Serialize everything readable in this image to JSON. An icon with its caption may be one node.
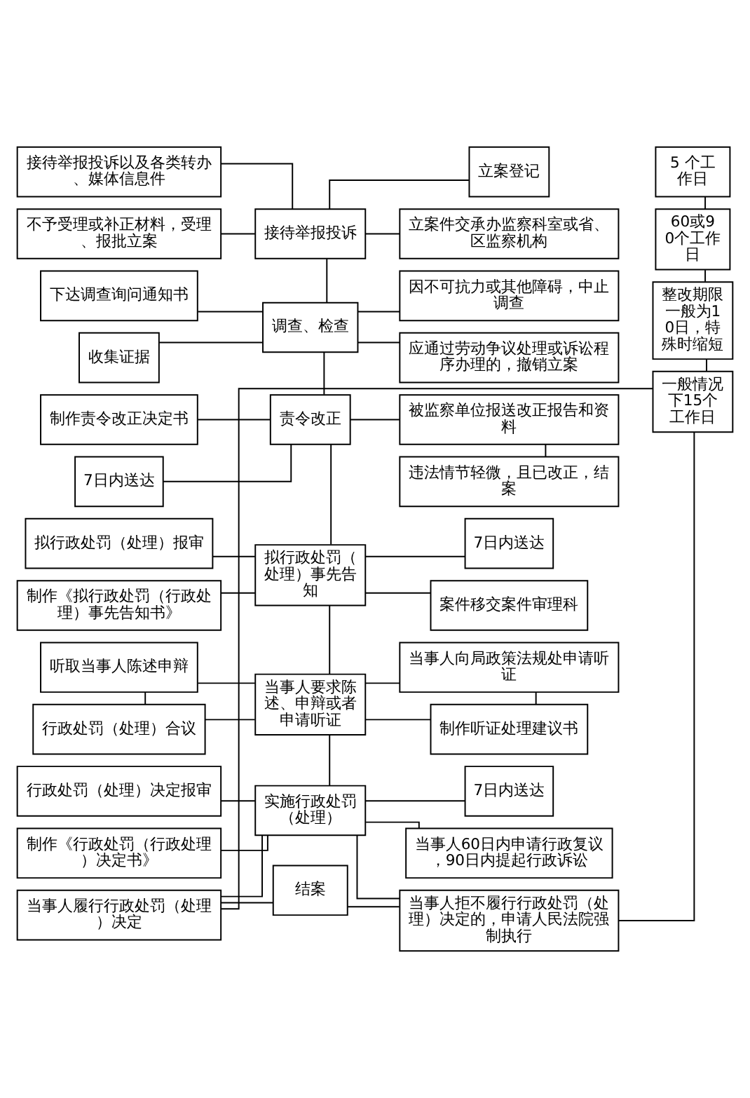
{
  "diagram": {
    "nodes": [
      {
        "text": [
          "接待举报投诉以及各类转办、媒体信息件"
        ]
      },
      {
        "text": [
          "接待举报投诉"
        ]
      },
      {
        "text": [
          "立案登记"
        ]
      },
      {
        "text": [
          "不予受理或补正材料，受理、报批立案"
        ]
      },
      {
        "text": [
          "立案件交承办监察科室或省、区监察机构"
        ]
      },
      {
        "text": [
          "5 个工作日"
        ]
      },
      {
        "text": [
          "下达调查询问通知书"
        ]
      },
      {
        "text": [
          "调查、检查"
        ]
      },
      {
        "text": [
          "因不可抗力或其他障碍，中止调查"
        ]
      },
      {
        "text": [
          "收集证据"
        ]
      },
      {
        "text": [
          "应通过劳动争议处理或诉讼程序办理的，撤销立案"
        ]
      },
      {
        "text": [
          "60或90个工作日"
        ]
      },
      {
        "text": [
          "制作责令改正决定书"
        ]
      },
      {
        "text": [
          "责令改正"
        ]
      },
      {
        "text": [
          "被监察单位报送改正报告和资料"
        ]
      },
      {
        "text": [
          "7日内送达"
        ]
      },
      {
        "text": [
          "违法情节轻微，且已改正，结案"
        ]
      },
      {
        "text": [
          "整改期限一般为10日，特殊时缩短"
        ]
      },
      {
        "text": [
          "拟行政处罚（处理）报审"
        ]
      },
      {
        "text": [
          "拟行政处罚（处理）事先告知"
        ]
      },
      {
        "text": [
          "7日内送达"
        ]
      },
      {
        "text": [
          "制作《拟行政处罚（行政处理）事先告知书》"
        ]
      },
      {
        "text": [
          "案件移交案件审理科"
        ]
      },
      {
        "text": [
          "听取当事人陈述申辩"
        ]
      },
      {
        "text": [
          "当事人要求陈述、申辩或者申请听证"
        ]
      },
      {
        "text": [
          "当事人向局政策法规处申请听证"
        ]
      },
      {
        "text": [
          "行政处罚（处理）合议"
        ]
      },
      {
        "text": [
          "制作听证处理建议书"
        ]
      },
      {
        "text": [
          "行政处罚（处理）决定报审"
        ]
      },
      {
        "text": [
          "实施行政处罚（处理）"
        ]
      },
      {
        "text": [
          "7日内送达"
        ]
      },
      {
        "text": [
          "制作《行政处罚（行政处理）决定书》"
        ]
      },
      {
        "text": [
          "当事人60日内申请行政复议，90日内提起行政诉讼"
        ]
      },
      {
        "text": [
          "一般情况下15个工作日"
        ]
      },
      {
        "text": [
          "当事人履行行政处罚（处理）决定"
        ]
      },
      {
        "text": [
          "当事人拒不履行行政处罚（处理）决定的，申请人民法院强制执行"
        ]
      },
      {
        "text": [
          "结案"
        ]
      }
    ],
    "edges": [
      {
        "from": 0,
        "to": 1,
        "arrow": "none"
      },
      {
        "from": 3,
        "to": 1,
        "arrow": "none"
      },
      {
        "from": 1,
        "to": 2,
        "arrow": "none"
      },
      {
        "from": 1,
        "to": 4,
        "arrow": "none"
      },
      {
        "from": 1,
        "to": 7,
        "arrow": "none"
      },
      {
        "from": 6,
        "to": 7,
        "arrow": "none"
      },
      {
        "from": 9,
        "to": 7,
        "arrow": "none"
      },
      {
        "from": 7,
        "to": 8,
        "arrow": "none"
      },
      {
        "from": 7,
        "to": 10,
        "arrow": "none"
      },
      {
        "from": 7,
        "to": 13,
        "arrow": "none"
      },
      {
        "from": 12,
        "to": 13,
        "arrow": "none"
      },
      {
        "from": 15,
        "to": 13,
        "arrow": "none"
      },
      {
        "from": 13,
        "to": 14,
        "arrow": "none"
      },
      {
        "from": 14,
        "to": 16,
        "arrow": "none"
      },
      {
        "from": 13,
        "to": 19,
        "arrow": "none"
      },
      {
        "from": 18,
        "to": 19,
        "arrow": "none"
      },
      {
        "from": 21,
        "to": 19,
        "arrow": "none"
      },
      {
        "from": 19,
        "to": 20,
        "arrow": "none"
      },
      {
        "from": 19,
        "to": 22,
        "arrow": "none"
      },
      {
        "from": 19,
        "to": 24,
        "arrow": "none"
      },
      {
        "from": 23,
        "to": 24,
        "arrow": "none"
      },
      {
        "from": 23,
        "to": 26,
        "arrow": "none"
      },
      {
        "from": 26,
        "to": 24,
        "arrow": "none"
      },
      {
        "from": 24,
        "to": 25,
        "arrow": "none"
      },
      {
        "from": 25,
        "to": 27,
        "arrow": "none"
      },
      {
        "from": 24,
        "to": 27,
        "arrow": "none"
      },
      {
        "from": 24,
        "to": 29,
        "arrow": "none"
      },
      {
        "from": 28,
        "to": 29,
        "arrow": "none"
      },
      {
        "from": 31,
        "to": 29,
        "arrow": "none"
      },
      {
        "from": 29,
        "to": 30,
        "arrow": "none"
      },
      {
        "from": 29,
        "to": 32,
        "arrow": "none"
      },
      {
        "from": 29,
        "to": 34,
        "arrow": "none"
      },
      {
        "from": 29,
        "to": 35,
        "arrow": "none"
      },
      {
        "from": 33,
        "to": 34,
        "arrow": "none"
      },
      {
        "from": 33,
        "to": 35,
        "arrow": "none"
      },
      {
        "from": 5,
        "to": 11,
        "arrow": "none"
      },
      {
        "from": 11,
        "to": 17,
        "arrow": "none"
      },
      {
        "from": 17,
        "to": 33,
        "arrow": "none"
      },
      {
        "from": 34,
        "to": 36,
        "arrow": "none"
      },
      {
        "from": 35,
        "to": 36,
        "arrow": "none"
      }
    ]
  }
}
